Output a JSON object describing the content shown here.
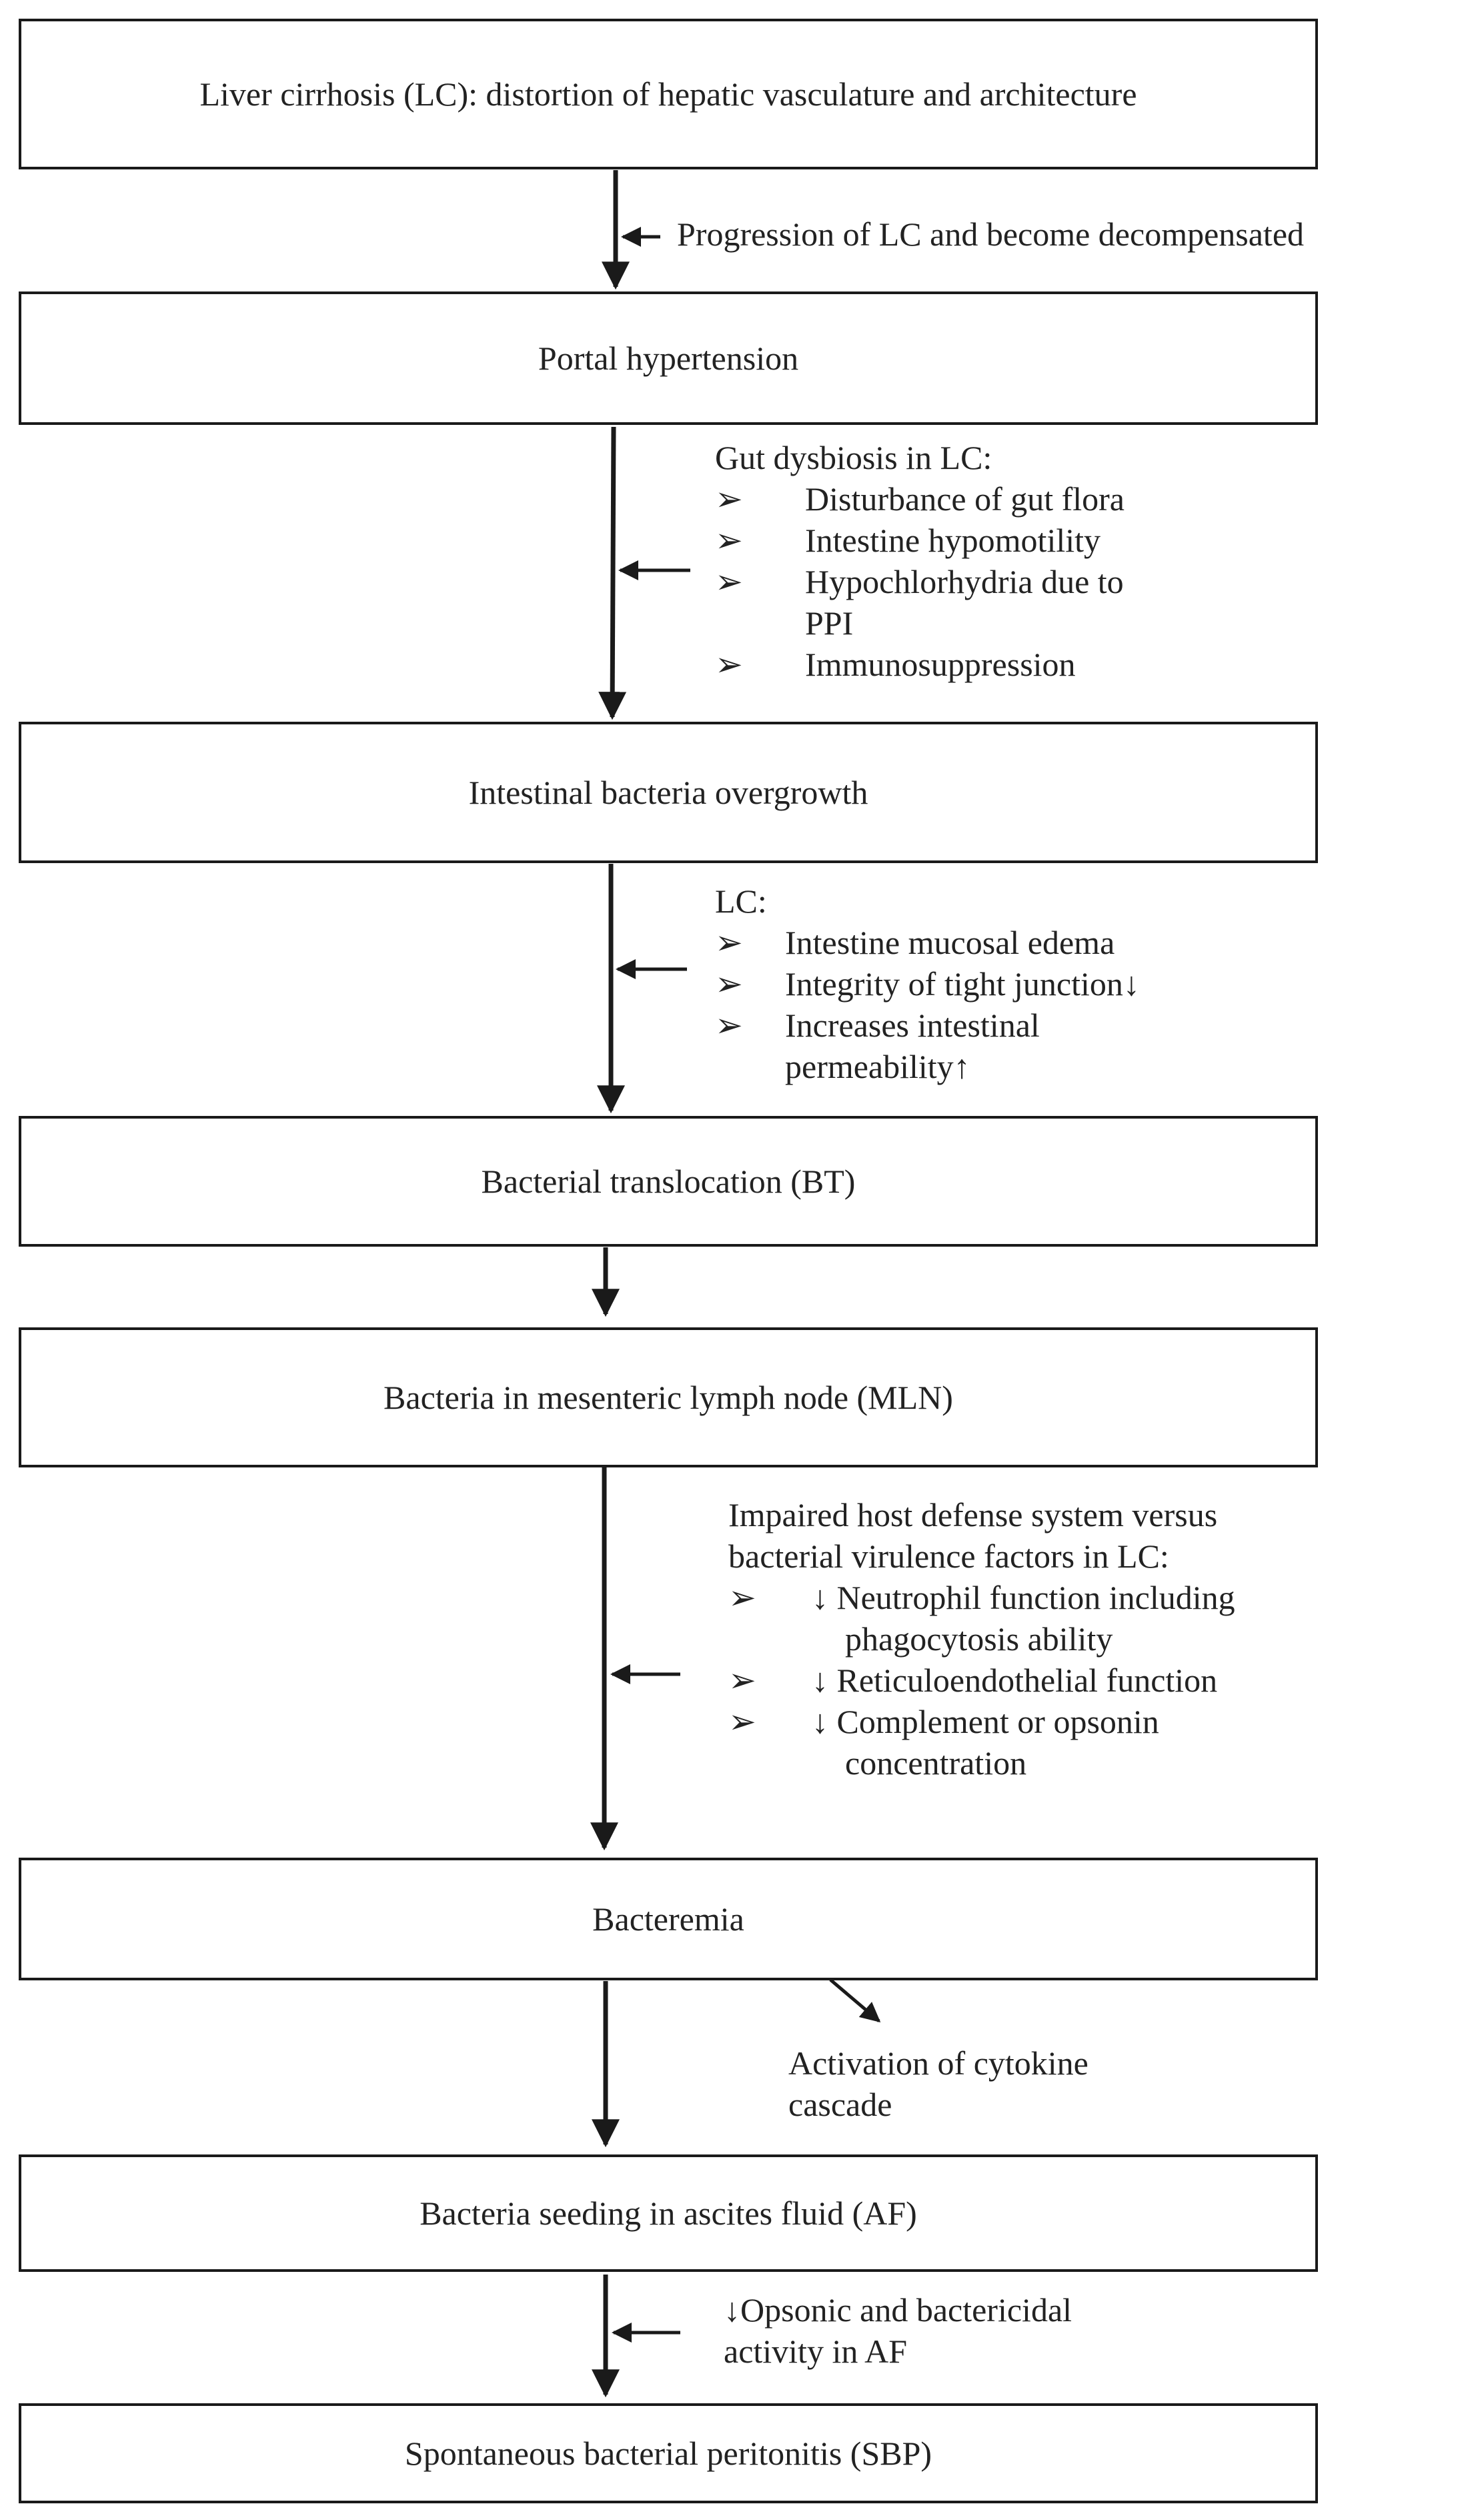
{
  "boxes": [
    {
      "label": "Liver cirrhosis (LC): distortion of hepatic vasculature and architecture"
    },
    {
      "label": "Portal hypertension"
    },
    {
      "label": "Intestinal bacteria overgrowth"
    },
    {
      "label": "Bacterial translocation (BT)"
    },
    {
      "label": "Bacteria in mesenteric lymph node (MLN)"
    },
    {
      "label": "Bacteremia"
    },
    {
      "label": "Bacteria seeding in ascites fluid (AF)"
    },
    {
      "label": "Spontaneous bacterial peritonitis (SBP)"
    }
  ],
  "notes": {
    "progression": "Progression of LC and become decompensated",
    "dysbiosis": {
      "heading": "Gut dysbiosis in LC:",
      "items": [
        [
          "Disturbance of gut flora"
        ],
        [
          "Intestine hypomotility"
        ],
        [
          "Hypochlorhydria due to",
          "PPI"
        ],
        [
          "Immunosuppression"
        ]
      ]
    },
    "lc": {
      "heading": "LC:",
      "items": [
        [
          "Intestine mucosal edema"
        ],
        [
          "Integrity of tight junction↓"
        ],
        [
          "Increases intestinal",
          "permeability↑"
        ]
      ]
    },
    "host_defense": {
      "heading_lines": [
        "Impaired host defense system versus",
        "bacterial virulence factors in LC:"
      ],
      "items": [
        [
          "↓ Neutrophil function including",
          "phagocytosis ability"
        ],
        [
          "↓ Reticuloendothelial function"
        ],
        [
          "↓ Complement or opsonin",
          "concentration"
        ]
      ]
    },
    "cytokine": [
      "Activation of cytokine",
      "cascade"
    ],
    "opsonic": [
      "↓Opsonic and bactericidal",
      "activity in AF"
    ]
  },
  "bullet_glyph": "➢",
  "colors": {
    "line": "#1a1a1a",
    "text": "#222222",
    "background": "#ffffff"
  }
}
